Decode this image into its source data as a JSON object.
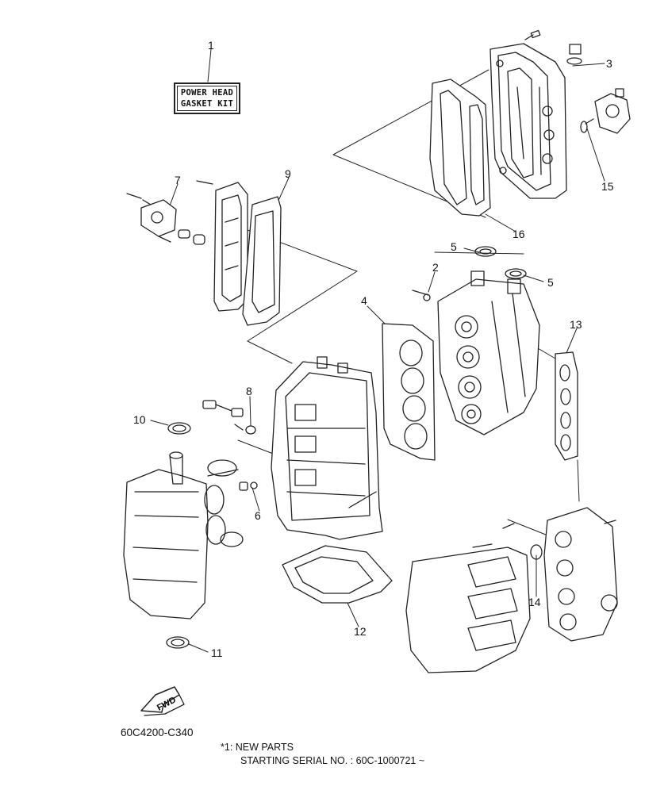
{
  "kit_label": {
    "line1": "POWER HEAD",
    "line2": "GASKET KIT"
  },
  "callouts": {
    "c1": "1",
    "c2": "2",
    "c3": "3",
    "c4": "4",
    "c5a": "5",
    "c5b": "5",
    "c6": "6",
    "c7": "7",
    "c8": "8",
    "c9": "9",
    "c10": "10",
    "c11": "11",
    "c12": "12",
    "c13": "13",
    "c14": "14",
    "c15": "15",
    "c16": "16"
  },
  "fwd_label": "FWD",
  "diagram_code": "60C4200-C340",
  "note": {
    "line1": "*1: NEW PARTS",
    "line2": "STARTING SERIAL NO. : 60C-1000721 ~"
  }
}
